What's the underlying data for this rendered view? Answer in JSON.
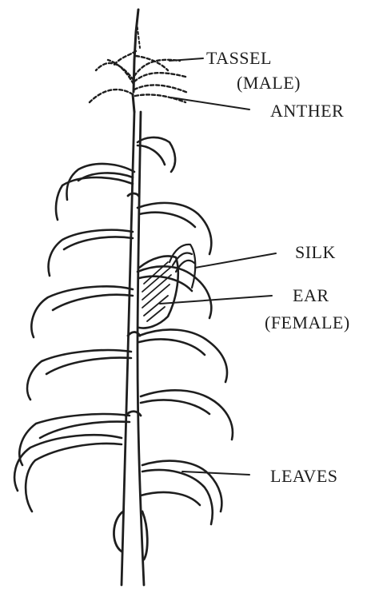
{
  "labels": {
    "tassel": "TASSEL",
    "male": "(MALE)",
    "anther": "ANTHER",
    "silk": "SILK",
    "ear": "EAR",
    "female": "(FEMALE)",
    "leaves": "LEAVES"
  },
  "colors": {
    "ink": "#1e1e1e",
    "background": "#ffffff"
  }
}
